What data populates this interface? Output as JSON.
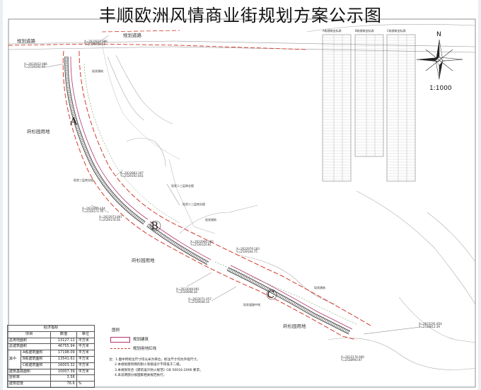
{
  "title": "丰顺欧洲风情商业街规划方案公示图",
  "zones": [
    "A",
    "B",
    "C"
  ],
  "map_labels": {
    "park_west": "莳杉园用地",
    "park_middle": "莳杉园用地",
    "park_east": "莳杉园用地",
    "road_top": "规划道路"
  },
  "north": "N",
  "scale": "1:1000",
  "coord_tables": {
    "headers": [
      "A栋建筑坐标表",
      "B栋建筑坐标表",
      "C栋建筑坐标表"
    ]
  },
  "stats_table": {
    "title": "经济指标",
    "columns": [
      "项目",
      "数值",
      "单位"
    ],
    "rows": [
      {
        "item": "总用地面积",
        "value": "13127.11",
        "unit": "平方米"
      },
      {
        "item": "总建筑面积",
        "value": "46755.94",
        "unit": "平方米"
      },
      {
        "item": "A栋建筑面积",
        "value": "17198.09",
        "unit": "平方米",
        "prefix": ""
      },
      {
        "item": "B栋建筑面积",
        "value": "13541.61",
        "unit": "平方米",
        "prefix": "其中"
      },
      {
        "item": "C栋建筑面积",
        "value": "16003.32",
        "unit": "平方米",
        "prefix": ""
      },
      {
        "item": "建筑基底面积",
        "value": "10007.39",
        "unit": "平方米"
      },
      {
        "item": "容积率",
        "value": "3.56",
        "unit": ""
      },
      {
        "item": "建筑密度",
        "value": "76.6",
        "unit": "%"
      }
    ]
  },
  "legend": {
    "title": "图例",
    "items": [
      "规划建筑",
      "规划用地红线"
    ]
  },
  "notes": [
    "注：1.图中所标注尺寸均以米为单位，标注尺寸均为外墙尺寸。",
    "2.本规划建筑物的耐火等级设计不得低于二级。",
    "3.本规划符合《建筑设计防火规范》GB 50016-2006 要求。",
    "4.未说明部分按国家相关规范执行。"
  ],
  "colors": {
    "building": "#b0306a",
    "redline": "#d23a2a",
    "base": "#888888"
  }
}
